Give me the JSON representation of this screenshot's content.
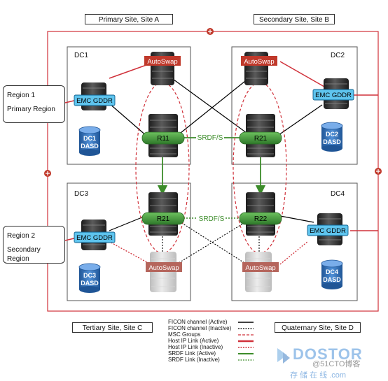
{
  "sites": {
    "a": "Primary Site, Site A",
    "b": "Secondary Site, Site B",
    "c": "Tertiary Site, Site C",
    "d": "Quaternary Site, Site D"
  },
  "regions": {
    "r1_name": "Region 1",
    "r1_desc": "Primary Region",
    "r2_name": "Region 2",
    "r2_desc": "Secondary Region"
  },
  "datacenters": {
    "dc1": "DC1",
    "dc2": "DC2",
    "dc3": "DC3",
    "dc4": "DC4"
  },
  "gddr": {
    "dc1": "EMC GDDR",
    "dc2": "EMC GDDR",
    "dc3": "EMC GDDR",
    "dc4": "EMC GDDR"
  },
  "autoswap": {
    "dc1": "AutoSwap",
    "dc2": "AutoSwap",
    "dc3": "AutoSwap",
    "dc4": "AutoSwap"
  },
  "dasd": {
    "dc1": [
      "DC1",
      "DASD"
    ],
    "dc2": [
      "DC2",
      "DASD"
    ],
    "dc3": [
      "DC3",
      "DASD"
    ],
    "dc4": [
      "DC4",
      "DASD"
    ]
  },
  "arrays": {
    "dc1": "R11",
    "dc2": "R21",
    "dc3": "R21",
    "dc4": "R22"
  },
  "srdf_labels": {
    "top": "SRDF/S",
    "bottom": "SRDF/S"
  },
  "legend": [
    "FICON channel (Active)",
    "FICON channel (Inactive)",
    "MSC Groups",
    "Host IP Link (Active)",
    "Host IP Link (Inactive)",
    "SRDF Link (Active)",
    "SRDF Link (Inactive)"
  ],
  "watermark": {
    "brand": "DOSTOR",
    "line1": "@51CTO博客",
    "line2": "存 储 在 线 .com"
  },
  "colors": {
    "host_ip": "#d0313a",
    "srdf": "#3c8c2a",
    "ficon": "#000000",
    "gddr_fill": "#5ec4ee",
    "autoswap_fill": "#c0392b",
    "dasd_fill": "#2f6db5",
    "array_band": "#3e9b3a"
  }
}
